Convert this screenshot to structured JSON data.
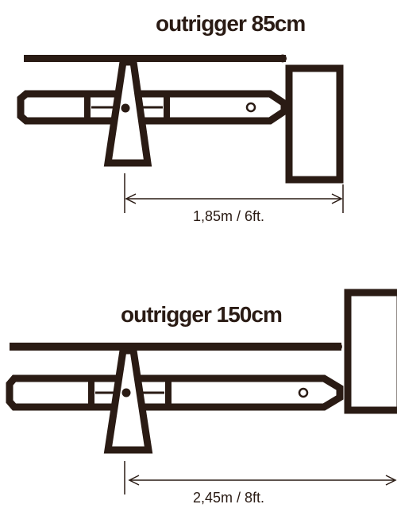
{
  "diagram": {
    "stroke_color": "#2a1b14",
    "background": "#ffffff",
    "top": {
      "title": "outrigger 85cm",
      "measurement": "1,85m / 6ft."
    },
    "bottom": {
      "title": "outrigger 150cm",
      "measurement": "2,45m / 8ft."
    }
  }
}
